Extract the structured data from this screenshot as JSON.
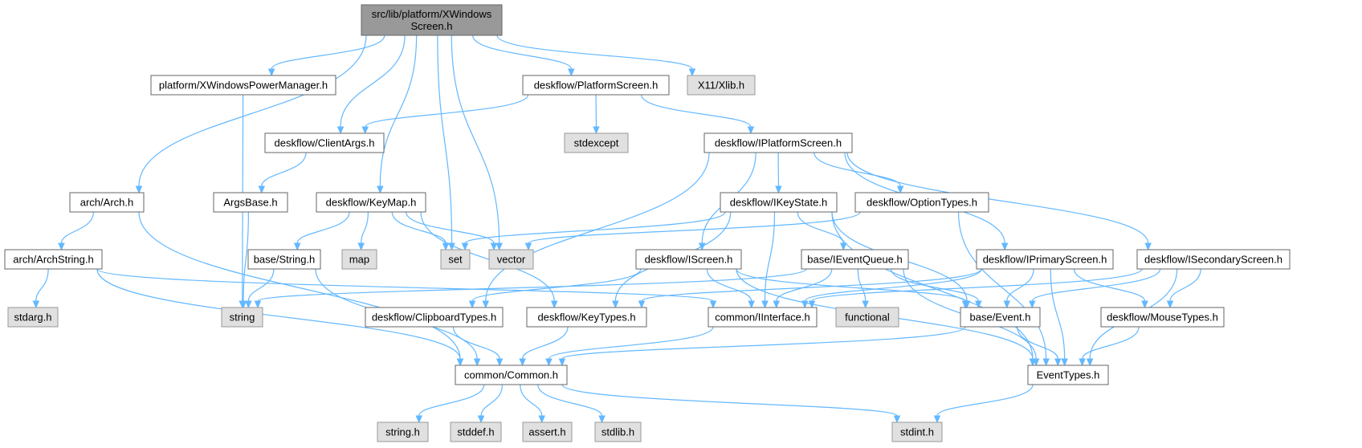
{
  "colors": {
    "edge": "#63b8ff",
    "root_fill": "#999999",
    "root_stroke": "#666666",
    "local_fill": "#ffffff",
    "local_stroke": "#666666",
    "system_fill": "#e0e0e0",
    "system_stroke": "#999999"
  },
  "nodes": [
    {
      "id": "root",
      "lines": [
        "src/lib/platform/XWindows",
        "Screen.h"
      ],
      "kind": "root"
    },
    {
      "id": "power",
      "lines": [
        "platform/XWindowsPowerManager.h"
      ],
      "kind": "local"
    },
    {
      "id": "pscreen",
      "lines": [
        "deskflow/PlatformScreen.h"
      ],
      "kind": "local"
    },
    {
      "id": "xlib",
      "lines": [
        "X11/Xlib.h"
      ],
      "kind": "system"
    },
    {
      "id": "clientargs",
      "lines": [
        "deskflow/ClientArgs.h"
      ],
      "kind": "local"
    },
    {
      "id": "stdexcept",
      "lines": [
        "stdexcept"
      ],
      "kind": "system"
    },
    {
      "id": "iplat",
      "lines": [
        "deskflow/IPlatformScreen.h"
      ],
      "kind": "local"
    },
    {
      "id": "arch",
      "lines": [
        "arch/Arch.h"
      ],
      "kind": "local"
    },
    {
      "id": "argsbase",
      "lines": [
        "ArgsBase.h"
      ],
      "kind": "local"
    },
    {
      "id": "keymap",
      "lines": [
        "deskflow/KeyMap.h"
      ],
      "kind": "local"
    },
    {
      "id": "ikeystate",
      "lines": [
        "deskflow/IKeyState.h"
      ],
      "kind": "local"
    },
    {
      "id": "optiontypes",
      "lines": [
        "deskflow/OptionTypes.h"
      ],
      "kind": "local"
    },
    {
      "id": "archstring",
      "lines": [
        "arch/ArchString.h"
      ],
      "kind": "local"
    },
    {
      "id": "basestring",
      "lines": [
        "base/String.h"
      ],
      "kind": "local"
    },
    {
      "id": "map",
      "lines": [
        "map"
      ],
      "kind": "system"
    },
    {
      "id": "set",
      "lines": [
        "set"
      ],
      "kind": "system"
    },
    {
      "id": "vector",
      "lines": [
        "vector"
      ],
      "kind": "system"
    },
    {
      "id": "iscreen",
      "lines": [
        "deskflow/IScreen.h"
      ],
      "kind": "local"
    },
    {
      "id": "ieventqueue",
      "lines": [
        "base/IEventQueue.h"
      ],
      "kind": "local"
    },
    {
      "id": "iprimary",
      "lines": [
        "deskflow/IPrimaryScreen.h"
      ],
      "kind": "local"
    },
    {
      "id": "isecondary",
      "lines": [
        "deskflow/ISecondaryScreen.h"
      ],
      "kind": "local"
    },
    {
      "id": "stdarg",
      "lines": [
        "stdarg.h"
      ],
      "kind": "system"
    },
    {
      "id": "string",
      "lines": [
        "string"
      ],
      "kind": "system"
    },
    {
      "id": "clipboardtypes",
      "lines": [
        "deskflow/ClipboardTypes.h"
      ],
      "kind": "local"
    },
    {
      "id": "keytypes",
      "lines": [
        "deskflow/KeyTypes.h"
      ],
      "kind": "local"
    },
    {
      "id": "iinterface",
      "lines": [
        "common/IInterface.h"
      ],
      "kind": "local"
    },
    {
      "id": "functional",
      "lines": [
        "functional"
      ],
      "kind": "system"
    },
    {
      "id": "event",
      "lines": [
        "base/Event.h"
      ],
      "kind": "local"
    },
    {
      "id": "mousetypes",
      "lines": [
        "deskflow/MouseTypes.h"
      ],
      "kind": "local"
    },
    {
      "id": "common",
      "lines": [
        "common/Common.h"
      ],
      "kind": "local"
    },
    {
      "id": "eventtypes",
      "lines": [
        "EventTypes.h"
      ],
      "kind": "local"
    },
    {
      "id": "stringh",
      "lines": [
        "string.h"
      ],
      "kind": "system"
    },
    {
      "id": "stddef",
      "lines": [
        "stddef.h"
      ],
      "kind": "system"
    },
    {
      "id": "assert",
      "lines": [
        "assert.h"
      ],
      "kind": "system"
    },
    {
      "id": "stdlib",
      "lines": [
        "stdlib.h"
      ],
      "kind": "system"
    },
    {
      "id": "stdint",
      "lines": [
        "stdint.h"
      ],
      "kind": "system"
    }
  ],
  "edges": [
    [
      "root",
      "power"
    ],
    [
      "root",
      "pscreen"
    ],
    [
      "root",
      "xlib"
    ],
    [
      "root",
      "clientargs"
    ],
    [
      "root",
      "arch"
    ],
    [
      "root",
      "keymap"
    ],
    [
      "root",
      "set"
    ],
    [
      "root",
      "vector"
    ],
    [
      "power",
      "string"
    ],
    [
      "pscreen",
      "clientargs"
    ],
    [
      "pscreen",
      "stdexcept"
    ],
    [
      "pscreen",
      "iplat"
    ],
    [
      "clientargs",
      "argsbase"
    ],
    [
      "argsbase",
      "string"
    ],
    [
      "iplat",
      "iscreen"
    ],
    [
      "iplat",
      "ikeystate"
    ],
    [
      "iplat",
      "optiontypes"
    ],
    [
      "iplat",
      "iprimary"
    ],
    [
      "iplat",
      "isecondary"
    ],
    [
      "iplat",
      "clipboardtypes"
    ],
    [
      "arch",
      "archstring"
    ],
    [
      "arch",
      "common"
    ],
    [
      "archstring",
      "stdarg"
    ],
    [
      "archstring",
      "common"
    ],
    [
      "archstring",
      "iinterface"
    ],
    [
      "keymap",
      "basestring"
    ],
    [
      "keymap",
      "map"
    ],
    [
      "keymap",
      "set"
    ],
    [
      "keymap",
      "vector"
    ],
    [
      "keymap",
      "keytypes"
    ],
    [
      "basestring",
      "string"
    ],
    [
      "basestring",
      "common"
    ],
    [
      "ikeystate",
      "set"
    ],
    [
      "ikeystate",
      "ieventqueue"
    ],
    [
      "ikeystate",
      "iinterface"
    ],
    [
      "ikeystate",
      "keytypes"
    ],
    [
      "ikeystate",
      "event"
    ],
    [
      "ikeystate",
      "eventtypes"
    ],
    [
      "optiontypes",
      "vector"
    ],
    [
      "optiontypes",
      "eventtypes"
    ],
    [
      "iscreen",
      "clipboardtypes"
    ],
    [
      "iscreen",
      "iinterface"
    ],
    [
      "iscreen",
      "event"
    ],
    [
      "iscreen",
      "eventtypes"
    ],
    [
      "ieventqueue",
      "string"
    ],
    [
      "ieventqueue",
      "iinterface"
    ],
    [
      "ieventqueue",
      "functional"
    ],
    [
      "ieventqueue",
      "event"
    ],
    [
      "ieventqueue",
      "eventtypes"
    ],
    [
      "iprimary",
      "keytypes"
    ],
    [
      "iprimary",
      "iinterface"
    ],
    [
      "iprimary",
      "event"
    ],
    [
      "iprimary",
      "mousetypes"
    ],
    [
      "iprimary",
      "eventtypes"
    ],
    [
      "isecondary",
      "iinterface"
    ],
    [
      "isecondary",
      "event"
    ],
    [
      "isecondary",
      "mousetypes"
    ],
    [
      "isecondary",
      "eventtypes"
    ],
    [
      "clipboardtypes",
      "common"
    ],
    [
      "keytypes",
      "common"
    ],
    [
      "iinterface",
      "common"
    ],
    [
      "event",
      "common"
    ],
    [
      "event",
      "eventtypes"
    ],
    [
      "mousetypes",
      "eventtypes"
    ],
    [
      "common",
      "stringh"
    ],
    [
      "common",
      "stddef"
    ],
    [
      "common",
      "assert"
    ],
    [
      "common",
      "stdlib"
    ],
    [
      "common",
      "stdint"
    ],
    [
      "eventtypes",
      "stdint"
    ]
  ]
}
